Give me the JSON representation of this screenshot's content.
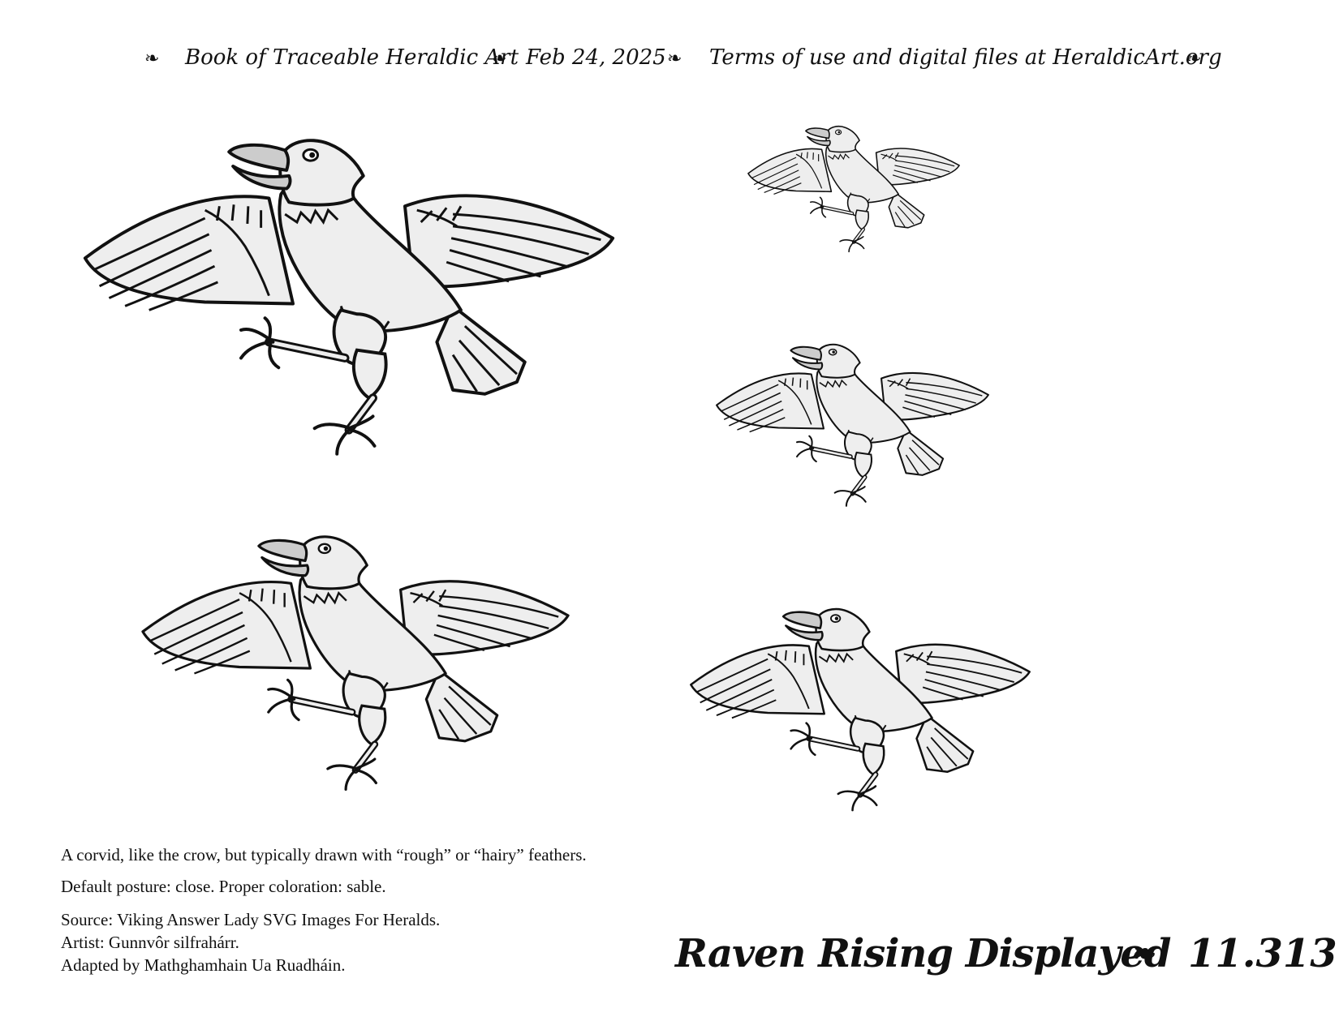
{
  "header": {
    "fleuron": "❧",
    "book": "Book of Traceable Heraldic Art",
    "date": "Feb 24, 2025",
    "terms": "Terms of use and digital files at HeraldicArt.org"
  },
  "description": {
    "line1": "A corvid, like the crow, but typically drawn with “rough” or “hairy” feathers.",
    "line2": "Default posture: close. Proper coloration: sable.",
    "source": "Source: Viking Answer Lady SVG Images For Heralds.",
    "artist": "Artist: Gunnvôr silfrahárr.",
    "adapted": "Adapted by Mathghamhain Ua Ruadháin."
  },
  "title": {
    "name": "Raven Rising Displayed",
    "fleuron": "❧",
    "number": "11.313"
  },
  "colors": {
    "ink": "#111111",
    "fill": "#eeeeee",
    "beak": "#cccccc"
  }
}
